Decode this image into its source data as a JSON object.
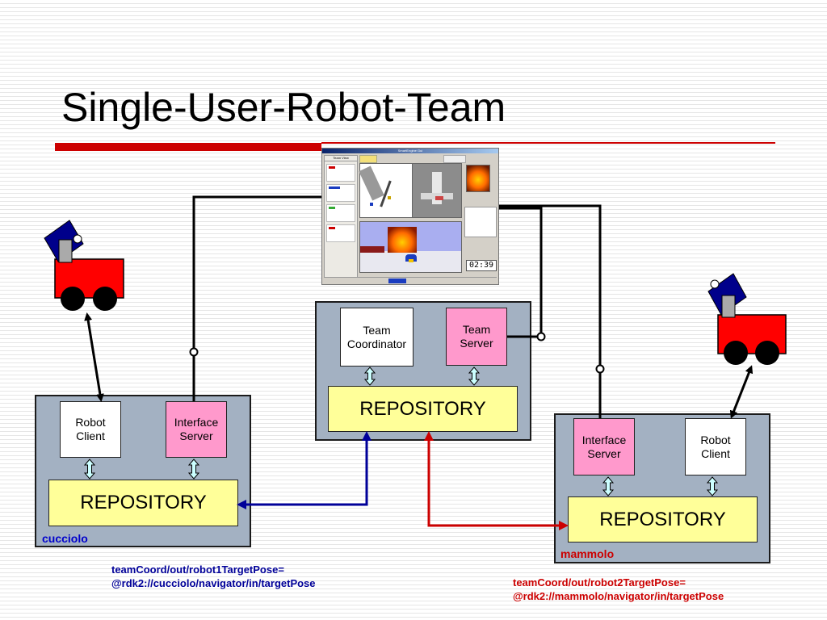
{
  "slide": {
    "title": "Single-User-Robot-Team"
  },
  "colors": {
    "accent": "#cc0000",
    "node_bg": "#a3b1c2",
    "repository": "#ffff99",
    "server": "#ff99cc",
    "client": "#ffffff",
    "link_blue": "#000099",
    "link_red": "#cc0000",
    "arrow_fill": "#ccffff"
  },
  "central_node": {
    "team_coordinator": "Team Coordinator",
    "team_server": "Team Server",
    "repository": "REPOSITORY"
  },
  "left_node": {
    "robot_client": "Robot Client",
    "interface_server": "Interface Server",
    "repository": "REPOSITORY",
    "name": "cucciolo"
  },
  "right_node": {
    "interface_server": "Interface Server",
    "robot_client": "Robot Client",
    "repository": "REPOSITORY",
    "name": "mammolo"
  },
  "links": {
    "left_line1": "teamCoord/out/robot1TargetPose=",
    "left_line2": "@rdk2://cucciolo/navigator/in/targetPose",
    "right_line1": "teamCoord/out/robot2TargetPose=",
    "right_line2": "@rdk2://mammolo/navigator/in/targetPose"
  },
  "screenshot": {
    "window_title": "SmartEngine Gui",
    "panel_title": "Team View",
    "clock": "02:39",
    "icons": [
      "robot-icon",
      "folder-icon",
      "video-icon"
    ]
  }
}
